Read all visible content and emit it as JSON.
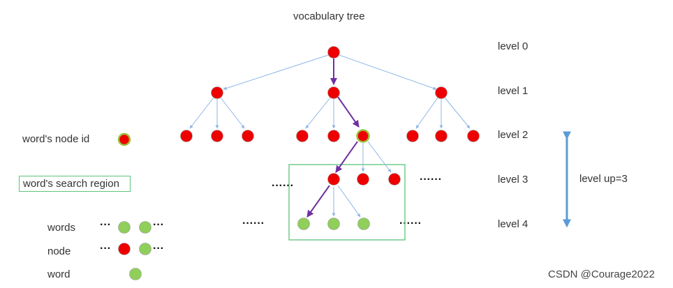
{
  "title": "vocabulary tree",
  "levels": [
    "level 0",
    "level 1",
    "level 2",
    "level 3",
    "level 4"
  ],
  "level_up": "level up=3",
  "legend": {
    "node_id": "word's node id",
    "search_region": "word's search region",
    "words": "words",
    "node": "node",
    "word": "word"
  },
  "ellipsis": "······",
  "short_ellipsis": "···",
  "watermark": "CSDN @Courage2022",
  "colors": {
    "node_red": "#ee0000",
    "word_green": "#8fcf5a",
    "edge_blue": "#8fb6e6",
    "path_purple": "#7030a0",
    "region_green": "#5cc47b",
    "arrow_blue": "#5b9bd5",
    "highlight_ring": "#9bc23c"
  }
}
